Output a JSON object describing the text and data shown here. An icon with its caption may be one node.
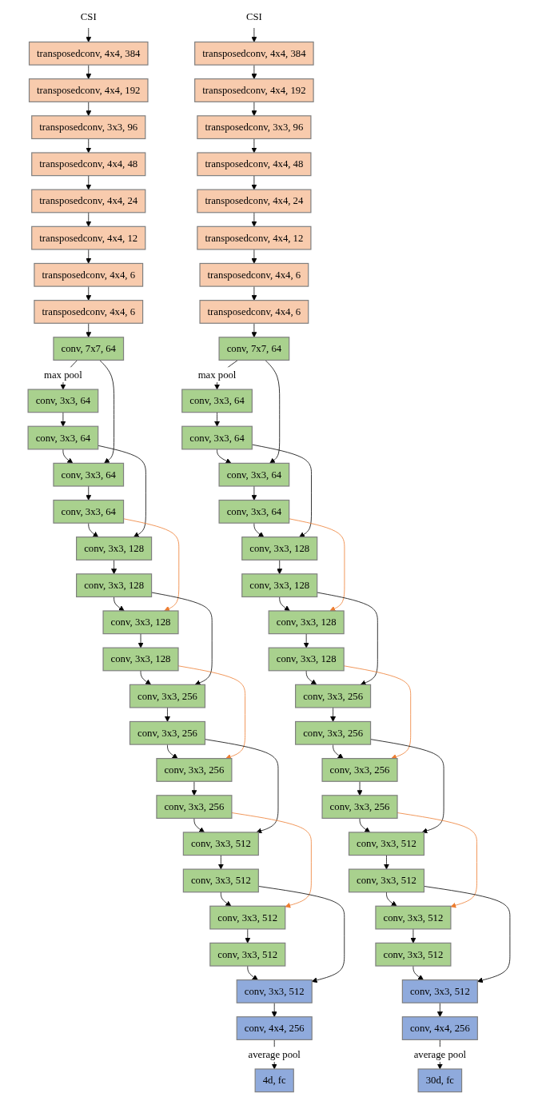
{
  "diagram": {
    "nodes": [
      {
        "text": [
          "CSI"
        ]
      },
      {
        "text": [
          "transposedconv, 4x4, 384"
        ]
      },
      {
        "text": [
          "transposedconv, 4x4, 192"
        ]
      },
      {
        "text": [
          "transposedconv, 3x3, 96"
        ]
      },
      {
        "text": [
          "transposedconv, 4x4, 48"
        ]
      },
      {
        "text": [
          "transposedconv, 4x4, 24"
        ]
      },
      {
        "text": [
          "transposedconv, 4x4, 12"
        ]
      },
      {
        "text": [
          "transposedconv, 4x4, 6"
        ]
      },
      {
        "text": [
          "transposedconv, 4x4, 6"
        ]
      },
      {
        "text": [
          "conv, 7x7, 64"
        ]
      },
      {
        "text": [
          "conv, 3x3, 64"
        ]
      },
      {
        "text": [
          "conv, 3x3, 64"
        ]
      },
      {
        "text": [
          "conv, 3x3, 64"
        ]
      },
      {
        "text": [
          "conv, 3x3, 64"
        ]
      },
      {
        "text": [
          "conv, 3x3, 128"
        ]
      },
      {
        "text": [
          "conv, 3x3, 128"
        ]
      },
      {
        "text": [
          "conv, 3x3, 128"
        ]
      },
      {
        "text": [
          "conv, 3x3, 128"
        ]
      },
      {
        "text": [
          "conv, 3x3, 256"
        ]
      },
      {
        "text": [
          "conv, 3x3, 256"
        ]
      },
      {
        "text": [
          "conv, 3x3, 256"
        ]
      },
      {
        "text": [
          "conv, 3x3, 256"
        ]
      },
      {
        "text": [
          "conv, 3x3, 512"
        ]
      },
      {
        "text": [
          "conv, 3x3, 512"
        ]
      },
      {
        "text": [
          "conv, 3x3, 512"
        ]
      },
      {
        "text": [
          "conv, 3x3, 512"
        ]
      },
      {
        "text": [
          "conv, 3x3, 512"
        ]
      },
      {
        "text": [
          "conv, 4x4, 256"
        ]
      },
      {
        "text": [
          "4d, fc"
        ]
      },
      {
        "text": [
          "CSI"
        ]
      },
      {
        "text": [
          "transposedconv, 4x4, 384"
        ]
      },
      {
        "text": [
          "transposedconv, 4x4, 192"
        ]
      },
      {
        "text": [
          "transposedconv, 3x3, 96"
        ]
      },
      {
        "text": [
          "transposedconv, 4x4, 48"
        ]
      },
      {
        "text": [
          "transposedconv, 4x4, 24"
        ]
      },
      {
        "text": [
          "transposedconv, 4x4, 12"
        ]
      },
      {
        "text": [
          "transposedconv, 4x4, 6"
        ]
      },
      {
        "text": [
          "transposedconv, 4x4, 6"
        ]
      },
      {
        "text": [
          "conv, 7x7, 64"
        ]
      },
      {
        "text": [
          "conv, 3x3, 64"
        ]
      },
      {
        "text": [
          "conv, 3x3, 64"
        ]
      },
      {
        "text": [
          "conv, 3x3, 64"
        ]
      },
      {
        "text": [
          "conv, 3x3, 64"
        ]
      },
      {
        "text": [
          "conv, 3x3, 128"
        ]
      },
      {
        "text": [
          "conv, 3x3, 128"
        ]
      },
      {
        "text": [
          "conv, 3x3, 128"
        ]
      },
      {
        "text": [
          "conv, 3x3, 128"
        ]
      },
      {
        "text": [
          "conv, 3x3, 256"
        ]
      },
      {
        "text": [
          "conv, 3x3, 256"
        ]
      },
      {
        "text": [
          "conv, 3x3, 256"
        ]
      },
      {
        "text": [
          "conv, 3x3, 256"
        ]
      },
      {
        "text": [
          "conv, 3x3, 512"
        ]
      },
      {
        "text": [
          "conv, 3x3, 512"
        ]
      },
      {
        "text": [
          "conv, 3x3, 512"
        ]
      },
      {
        "text": [
          "conv, 3x3, 512"
        ]
      },
      {
        "text": [
          "conv, 3x3, 512"
        ]
      },
      {
        "text": [
          "conv, 4x4, 256"
        ]
      },
      {
        "text": [
          "30d, fc"
        ]
      }
    ],
    "edges": [
      {
        "from": 0,
        "to": 1,
        "arrow": "to"
      },
      {
        "from": 1,
        "to": 2,
        "arrow": "to"
      },
      {
        "from": 2,
        "to": 3,
        "arrow": "to"
      },
      {
        "from": 3,
        "to": 4,
        "arrow": "to"
      },
      {
        "from": 4,
        "to": 5,
        "arrow": "to"
      },
      {
        "from": 5,
        "to": 6,
        "arrow": "to"
      },
      {
        "from": 6,
        "to": 7,
        "arrow": "to"
      },
      {
        "from": 7,
        "to": 8,
        "arrow": "to"
      },
      {
        "from": 8,
        "to": 9,
        "arrow": "to"
      },
      {
        "from": 9,
        "to": 10,
        "arrow": "to",
        "label": "max pool"
      },
      {
        "from": 10,
        "to": 11,
        "arrow": "to"
      },
      {
        "from": 11,
        "to": 12,
        "arrow": "to"
      },
      {
        "from": 12,
        "to": 13,
        "arrow": "to"
      },
      {
        "from": 13,
        "to": 14,
        "arrow": "to"
      },
      {
        "from": 14,
        "to": 15,
        "arrow": "to"
      },
      {
        "from": 15,
        "to": 16,
        "arrow": "to"
      },
      {
        "from": 16,
        "to": 17,
        "arrow": "to"
      },
      {
        "from": 17,
        "to": 18,
        "arrow": "to"
      },
      {
        "from": 18,
        "to": 19,
        "arrow": "to"
      },
      {
        "from": 19,
        "to": 20,
        "arrow": "to"
      },
      {
        "from": 20,
        "to": 21,
        "arrow": "to"
      },
      {
        "from": 21,
        "to": 22,
        "arrow": "to"
      },
      {
        "from": 22,
        "to": 23,
        "arrow": "to"
      },
      {
        "from": 23,
        "to": 24,
        "arrow": "to"
      },
      {
        "from": 24,
        "to": 25,
        "arrow": "to"
      },
      {
        "from": 25,
        "to": 26,
        "arrow": "to"
      },
      {
        "from": 26,
        "to": 27,
        "arrow": "to"
      },
      {
        "from": 27,
        "to": 28,
        "arrow": "to",
        "label": "average pool"
      },
      {
        "from": 9,
        "to": 12,
        "arrow": "to"
      },
      {
        "from": 11,
        "to": 14,
        "arrow": "to"
      },
      {
        "from": 13,
        "to": 16,
        "arrow": "to",
        "color": "#ed7d31"
      },
      {
        "from": 15,
        "to": 18,
        "arrow": "to"
      },
      {
        "from": 17,
        "to": 20,
        "arrow": "to",
        "color": "#ed7d31"
      },
      {
        "from": 19,
        "to": 22,
        "arrow": "to"
      },
      {
        "from": 21,
        "to": 24,
        "arrow": "to",
        "color": "#ed7d31"
      },
      {
        "from": 23,
        "to": 26,
        "arrow": "to"
      },
      {
        "from": 29,
        "to": 30,
        "arrow": "to"
      },
      {
        "from": 30,
        "to": 31,
        "arrow": "to"
      },
      {
        "from": 31,
        "to": 32,
        "arrow": "to"
      },
      {
        "from": 32,
        "to": 33,
        "arrow": "to"
      },
      {
        "from": 33,
        "to": 34,
        "arrow": "to"
      },
      {
        "from": 34,
        "to": 35,
        "arrow": "to"
      },
      {
        "from": 35,
        "to": 36,
        "arrow": "to"
      },
      {
        "from": 36,
        "to": 37,
        "arrow": "to"
      },
      {
        "from": 37,
        "to": 38,
        "arrow": "to"
      },
      {
        "from": 38,
        "to": 39,
        "arrow": "to",
        "label": "max pool"
      },
      {
        "from": 39,
        "to": 40,
        "arrow": "to"
      },
      {
        "from": 40,
        "to": 41,
        "arrow": "to"
      },
      {
        "from": 41,
        "to": 42,
        "arrow": "to"
      },
      {
        "from": 42,
        "to": 43,
        "arrow": "to"
      },
      {
        "from": 43,
        "to": 44,
        "arrow": "to"
      },
      {
        "from": 44,
        "to": 45,
        "arrow": "to"
      },
      {
        "from": 45,
        "to": 46,
        "arrow": "to"
      },
      {
        "from": 46,
        "to": 47,
        "arrow": "to"
      },
      {
        "from": 47,
        "to": 48,
        "arrow": "to"
      },
      {
        "from": 48,
        "to": 49,
        "arrow": "to"
      },
      {
        "from": 49,
        "to": 50,
        "arrow": "to"
      },
      {
        "from": 50,
        "to": 51,
        "arrow": "to"
      },
      {
        "from": 51,
        "to": 52,
        "arrow": "to"
      },
      {
        "from": 52,
        "to": 53,
        "arrow": "to"
      },
      {
        "from": 53,
        "to": 54,
        "arrow": "to"
      },
      {
        "from": 54,
        "to": 55,
        "arrow": "to"
      },
      {
        "from": 55,
        "to": 56,
        "arrow": "to"
      },
      {
        "from": 56,
        "to": 57,
        "arrow": "to",
        "label": "average pool"
      },
      {
        "from": 38,
        "to": 41,
        "arrow": "to"
      },
      {
        "from": 40,
        "to": 43,
        "arrow": "to"
      },
      {
        "from": 42,
        "to": 45,
        "arrow": "to",
        "color": "#ed7d31"
      },
      {
        "from": 44,
        "to": 47,
        "arrow": "to"
      },
      {
        "from": 46,
        "to": 49,
        "arrow": "to",
        "color": "#ed7d31"
      },
      {
        "from": 48,
        "to": 51,
        "arrow": "to"
      },
      {
        "from": 50,
        "to": 53,
        "arrow": "to",
        "color": "#ed7d31"
      },
      {
        "from": 52,
        "to": 55,
        "arrow": "to"
      }
    ]
  }
}
